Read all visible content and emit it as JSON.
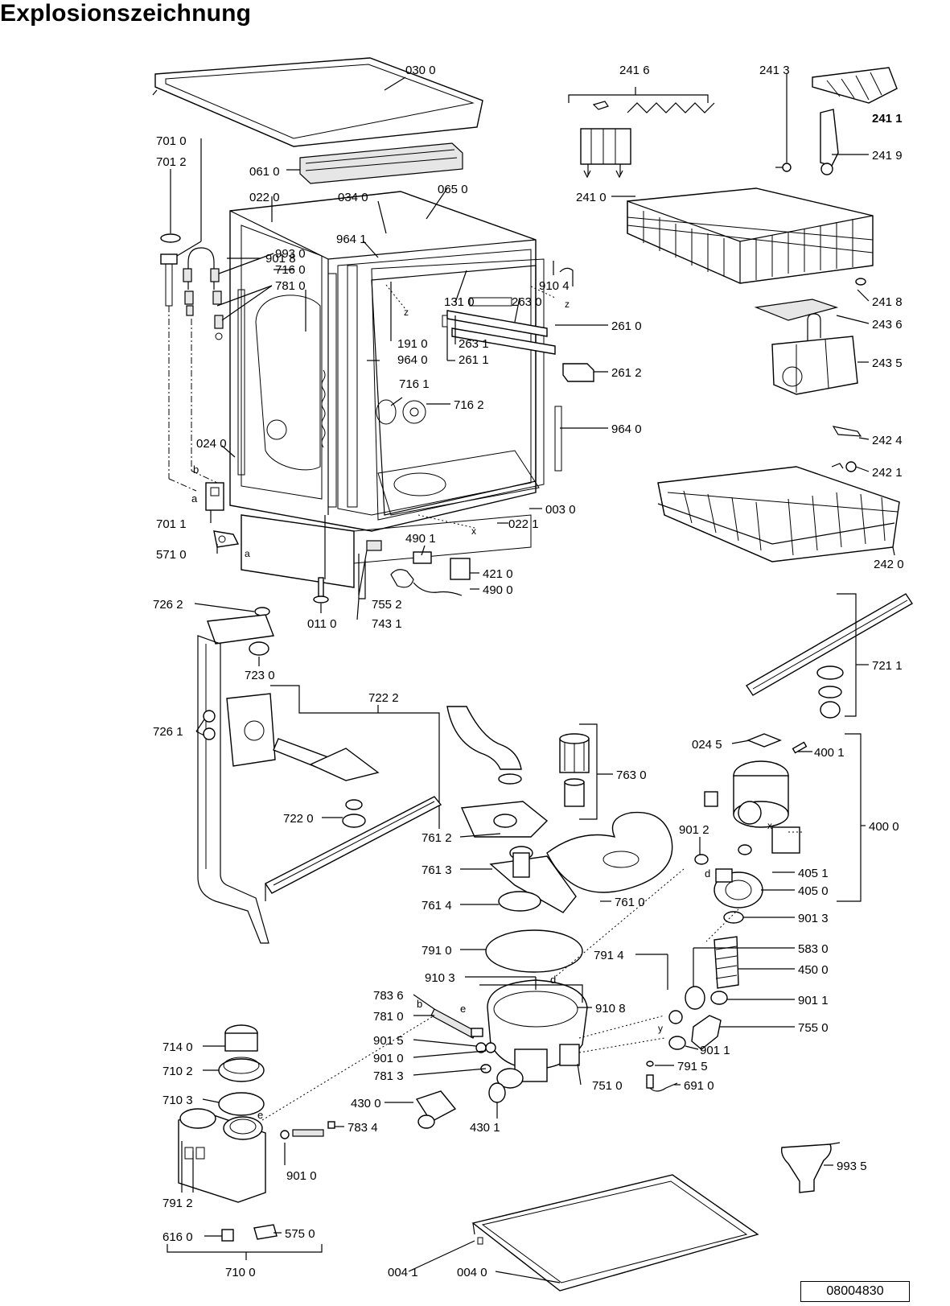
{
  "title": "Explosionszeichnung",
  "drawing_number": "08004830",
  "labels": [
    {
      "id": "l0300",
      "text": "030 0"
    },
    {
      "id": "l2416",
      "text": "241 6"
    },
    {
      "id": "l2413",
      "text": "241 3"
    },
    {
      "id": "l2411",
      "text": "241 1"
    },
    {
      "id": "l7010",
      "text": "701 0"
    },
    {
      "id": "l7012",
      "text": "701 2"
    },
    {
      "id": "l2419",
      "text": "241 9"
    },
    {
      "id": "l0610",
      "text": "061 0"
    },
    {
      "id": "l0220",
      "text": "022 0"
    },
    {
      "id": "l0340",
      "text": "034 0"
    },
    {
      "id": "l0650",
      "text": "065 0"
    },
    {
      "id": "l2410",
      "text": "241 0"
    },
    {
      "id": "l9641",
      "text": "964 1"
    },
    {
      "id": "l9930",
      "text": "993 0"
    },
    {
      "id": "l7160",
      "text": "716 0"
    },
    {
      "id": "l7810a",
      "text": "781 0"
    },
    {
      "id": "l9104",
      "text": "910 4"
    },
    {
      "id": "l1310",
      "text": "131 0"
    },
    {
      "id": "l2630",
      "text": "263 0"
    },
    {
      "id": "l2418",
      "text": "241 8"
    },
    {
      "id": "l2436",
      "text": "243 6"
    },
    {
      "id": "l2610",
      "text": "261 0"
    },
    {
      "id": "l9018",
      "text": "901 8"
    },
    {
      "id": "l1910",
      "text": "191 0"
    },
    {
      "id": "l9640a",
      "text": "964 0"
    },
    {
      "id": "l2631",
      "text": "263 1"
    },
    {
      "id": "l2611",
      "text": "261 1"
    },
    {
      "id": "l2612",
      "text": "261 2"
    },
    {
      "id": "l2435",
      "text": "243 5"
    },
    {
      "id": "l7161",
      "text": "716 1"
    },
    {
      "id": "l7162",
      "text": "716 2"
    },
    {
      "id": "l9640b",
      "text": "964 0"
    },
    {
      "id": "l0240",
      "text": "024 0"
    },
    {
      "id": "l2424",
      "text": "242 4"
    },
    {
      "id": "l2421",
      "text": "242 1"
    },
    {
      "id": "l7011",
      "text": "701 1"
    },
    {
      "id": "l0030",
      "text": "003 0"
    },
    {
      "id": "l4901",
      "text": "490 1"
    },
    {
      "id": "l0221",
      "text": "022 1"
    },
    {
      "id": "l5710",
      "text": "571 0"
    },
    {
      "id": "l4210",
      "text": "421 0"
    },
    {
      "id": "l4900",
      "text": "490 0"
    },
    {
      "id": "l2420",
      "text": "242 0"
    },
    {
      "id": "l7262",
      "text": "726 2"
    },
    {
      "id": "l7552",
      "text": "755 2"
    },
    {
      "id": "l0110",
      "text": "011 0"
    },
    {
      "id": "l7431",
      "text": "743 1"
    },
    {
      "id": "l7230",
      "text": "723 0"
    },
    {
      "id": "l7211",
      "text": "721 1"
    },
    {
      "id": "l7222",
      "text": "722 2"
    },
    {
      "id": "l7261",
      "text": "726 1"
    },
    {
      "id": "l7630",
      "text": "763 0"
    },
    {
      "id": "l0245",
      "text": "024 5"
    },
    {
      "id": "l4001",
      "text": "400 1"
    },
    {
      "id": "l7220",
      "text": "722 0"
    },
    {
      "id": "l9012",
      "text": "901 2"
    },
    {
      "id": "l4000",
      "text": "400 0"
    },
    {
      "id": "l7612",
      "text": "761 2"
    },
    {
      "id": "l7613",
      "text": "761 3"
    },
    {
      "id": "l4051",
      "text": "405 1"
    },
    {
      "id": "l4050",
      "text": "405 0"
    },
    {
      "id": "l7614",
      "text": "761 4"
    },
    {
      "id": "l7610",
      "text": "761 0"
    },
    {
      "id": "l9013",
      "text": "901 3"
    },
    {
      "id": "l7910",
      "text": "791 0"
    },
    {
      "id": "l7914",
      "text": "791 4"
    },
    {
      "id": "l5830",
      "text": "583 0"
    },
    {
      "id": "l4500",
      "text": "450 0"
    },
    {
      "id": "l9103",
      "text": "910 3"
    },
    {
      "id": "l7836",
      "text": "783 6"
    },
    {
      "id": "l9108",
      "text": "910 8"
    },
    {
      "id": "l9011a",
      "text": "901 1"
    },
    {
      "id": "l7810b",
      "text": "781 0"
    },
    {
      "id": "l7550",
      "text": "755 0"
    },
    {
      "id": "l9015",
      "text": "901 5"
    },
    {
      "id": "l9011b",
      "text": "901 1"
    },
    {
      "id": "l7140",
      "text": "714 0"
    },
    {
      "id": "l9010a",
      "text": "901 0"
    },
    {
      "id": "l7915",
      "text": "791 5"
    },
    {
      "id": "l7813",
      "text": "781 3"
    },
    {
      "id": "l7102",
      "text": "710 2"
    },
    {
      "id": "l7510",
      "text": "751 0"
    },
    {
      "id": "l6910",
      "text": "691 0"
    },
    {
      "id": "l7103",
      "text": "710 3"
    },
    {
      "id": "l4300",
      "text": "430 0"
    },
    {
      "id": "l4301",
      "text": "430 1"
    },
    {
      "id": "l7834",
      "text": "783 4"
    },
    {
      "id": "l9935",
      "text": "993 5"
    },
    {
      "id": "l9010b",
      "text": "901 0"
    },
    {
      "id": "l7912",
      "text": "791 2"
    },
    {
      "id": "l5750",
      "text": "575 0"
    },
    {
      "id": "l6160",
      "text": "616 0"
    },
    {
      "id": "l7100",
      "text": "710 0"
    },
    {
      "id": "l0041",
      "text": "004 1"
    },
    {
      "id": "l0040",
      "text": "004 0"
    }
  ],
  "connection_letters": [
    {
      "id": "c_z1",
      "text": "z"
    },
    {
      "id": "c_z2",
      "text": "z"
    },
    {
      "id": "c_b1",
      "text": "b"
    },
    {
      "id": "c_a1",
      "text": "a"
    },
    {
      "id": "c_a2",
      "text": "a"
    },
    {
      "id": "c_x1",
      "text": "x"
    },
    {
      "id": "c_x2",
      "text": "x"
    },
    {
      "id": "c_d1",
      "text": "d"
    },
    {
      "id": "c_d2",
      "text": "d"
    },
    {
      "id": "c_b2",
      "text": "b"
    },
    {
      "id": "c_e1",
      "text": "e"
    },
    {
      "id": "c_e2",
      "text": "e"
    },
    {
      "id": "c_y",
      "text": "y"
    }
  ]
}
